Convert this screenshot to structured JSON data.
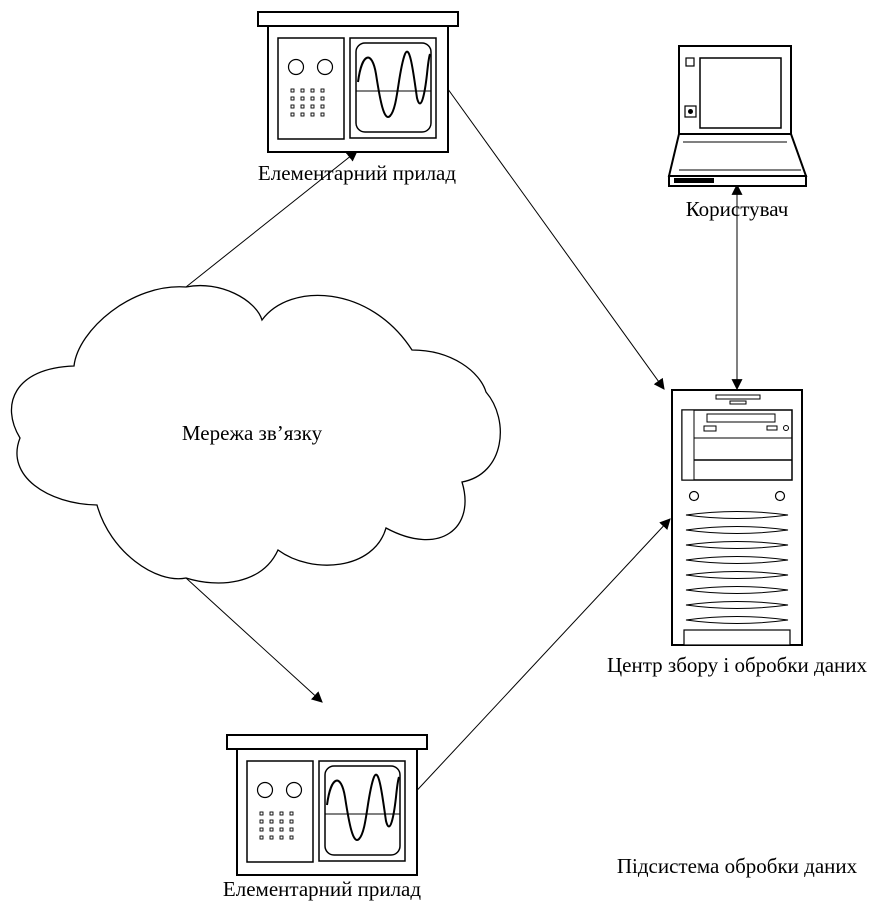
{
  "labels": {
    "device_top": "Елементарний прилад",
    "device_bottom": "Елементарний прилад",
    "network": "Мережа зв’язку",
    "user": "Користувач",
    "server": "Центр збору і обробки даних",
    "subsystem": "Підсистема обробки даних"
  },
  "colors": {
    "stroke": "#000000",
    "background": "#ffffff"
  }
}
